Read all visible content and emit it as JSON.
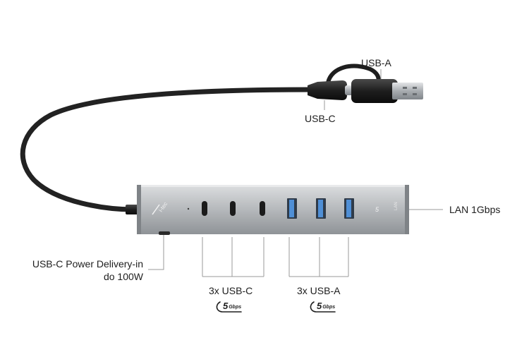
{
  "labels": {
    "usb_a_connector": "USB-A",
    "usb_c_connector": "USB-C",
    "lan": "LAN 1Gbps",
    "power_delivery_line1": "USB-C Power Delivery-in",
    "power_delivery_line2": "do 100W",
    "usb_c_ports": "3x USB-C",
    "usb_a_ports": "3x USB-A"
  },
  "speed_badges": {
    "usb_c": {
      "number": "5",
      "unit": "Gbps"
    },
    "usb_a": {
      "number": "5",
      "unit": "Gbps"
    }
  },
  "device_text": {
    "brand": "i-tec",
    "port_speed_mark": "5",
    "lan_mark": "LAN"
  },
  "colors": {
    "hub_body": "#b9bcbf",
    "usb_a_port_blue": "#4f8fd6",
    "cable": "#222222",
    "callout_line": "#9a9a9a"
  }
}
